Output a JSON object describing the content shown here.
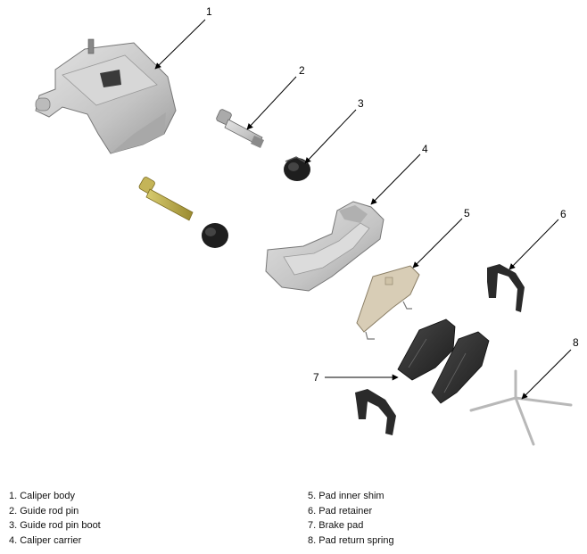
{
  "callouts": [
    {
      "num": "1"
    },
    {
      "num": "2"
    },
    {
      "num": "3"
    },
    {
      "num": "4"
    },
    {
      "num": "5"
    },
    {
      "num": "6"
    },
    {
      "num": "7"
    },
    {
      "num": "8"
    }
  ],
  "legend": {
    "left": [
      "1. Caliper body",
      "2. Guide rod pin",
      "3. Guide rod pin boot",
      "4. Caliper carrier"
    ],
    "right": [
      "5. Pad inner shim",
      "6. Pad retainer",
      "7. Brake pad",
      "8. Pad return spring"
    ]
  },
  "colors": {
    "metal": "#c9c9c9",
    "metal_dark": "#8e8e8e",
    "rubber": "#1e1e1e",
    "brass": "#b9a84a",
    "shim": "#d8cdb6"
  }
}
